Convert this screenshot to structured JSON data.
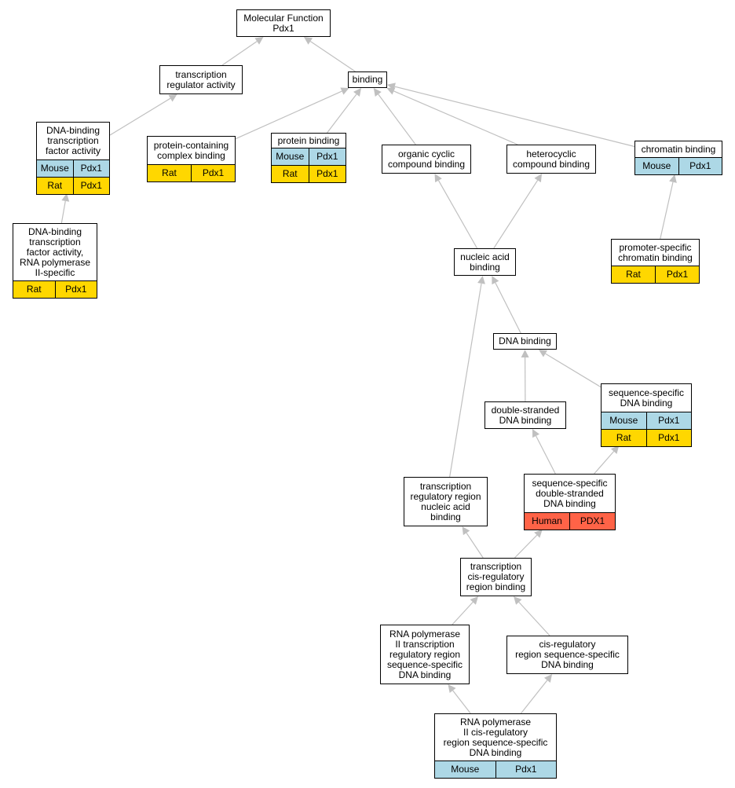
{
  "nodes": {
    "mf": {
      "title": "Molecular Function\nPdx1",
      "rows": []
    },
    "tra": {
      "title": "transcription\nregulator activity",
      "rows": []
    },
    "binding": {
      "title": "binding",
      "rows": []
    },
    "dbtfa": {
      "title": "DNA-binding\ntranscription\nfactor activity",
      "rows": [
        {
          "species": "Mouse",
          "gene": "Pdx1"
        },
        {
          "species": "Rat",
          "gene": "Pdx1"
        }
      ]
    },
    "pccb": {
      "title": "protein-containing\ncomplex binding",
      "rows": [
        {
          "species": "Rat",
          "gene": "Pdx1"
        }
      ]
    },
    "pb": {
      "title": "protein binding",
      "rows": [
        {
          "species": "Mouse",
          "gene": "Pdx1"
        },
        {
          "species": "Rat",
          "gene": "Pdx1"
        }
      ]
    },
    "occb": {
      "title": "organic cyclic\ncompound binding",
      "rows": []
    },
    "hcb": {
      "title": "heterocyclic\ncompound binding",
      "rows": []
    },
    "cb": {
      "title": "chromatin binding",
      "rows": [
        {
          "species": "Mouse",
          "gene": "Pdx1"
        }
      ]
    },
    "dbtfa2": {
      "title": "DNA-binding\ntranscription\nfactor activity,\nRNA polymerase\nII-specific",
      "rows": [
        {
          "species": "Rat",
          "gene": "Pdx1"
        }
      ]
    },
    "nab": {
      "title": "nucleic acid\nbinding",
      "rows": []
    },
    "pscb": {
      "title": "promoter-specific\nchromatin binding",
      "rows": [
        {
          "species": "Rat",
          "gene": "Pdx1"
        }
      ]
    },
    "dnab": {
      "title": "DNA binding",
      "rows": []
    },
    "ssdb": {
      "title": "sequence-specific\nDNA binding",
      "rows": [
        {
          "species": "Mouse",
          "gene": "Pdx1"
        },
        {
          "species": "Rat",
          "gene": "Pdx1"
        }
      ]
    },
    "dsdb": {
      "title": "double-stranded\nDNA binding",
      "rows": []
    },
    "trrnab": {
      "title": "transcription\nregulatory region\nnucleic acid\nbinding",
      "rows": []
    },
    "ssdsdb": {
      "title": "sequence-specific\ndouble-stranded\nDNA binding",
      "rows": [
        {
          "species": "Human",
          "gene": "PDX1"
        }
      ]
    },
    "tcrrb": {
      "title": "transcription\ncis-regulatory\nregion binding",
      "rows": []
    },
    "rp2trr": {
      "title": "RNA polymerase\nII transcription\nregulatory region\nsequence-specific\nDNA binding",
      "rows": []
    },
    "crrss": {
      "title": "cis-regulatory\nregion sequence-specific\nDNA binding",
      "rows": []
    },
    "rp2crr": {
      "title": "RNA polymerase\nII cis-regulatory\nregion sequence-specific\nDNA binding",
      "rows": [
        {
          "species": "Mouse",
          "gene": "Pdx1"
        }
      ]
    }
  },
  "edges": [
    [
      "tra",
      "mf"
    ],
    [
      "binding",
      "mf"
    ],
    [
      "dbtfa",
      "tra"
    ],
    [
      "pccb",
      "binding"
    ],
    [
      "pb",
      "binding"
    ],
    [
      "occb",
      "binding"
    ],
    [
      "hcb",
      "binding"
    ],
    [
      "cb",
      "binding"
    ],
    [
      "dbtfa2",
      "dbtfa"
    ],
    [
      "nab",
      "occb"
    ],
    [
      "nab",
      "hcb"
    ],
    [
      "pscb",
      "cb"
    ],
    [
      "dnab",
      "nab"
    ],
    [
      "trrnab",
      "nab"
    ],
    [
      "dsdb",
      "dnab"
    ],
    [
      "ssdb",
      "dnab"
    ],
    [
      "ssdsdb",
      "dsdb"
    ],
    [
      "ssdsdb",
      "ssdb"
    ],
    [
      "tcrrb",
      "trrnab"
    ],
    [
      "tcrrb",
      "ssdsdb"
    ],
    [
      "rp2trr",
      "tcrrb"
    ],
    [
      "crrss",
      "tcrrb"
    ],
    [
      "rp2crr",
      "rp2trr"
    ],
    [
      "rp2crr",
      "crrss"
    ]
  ],
  "colors": {
    "Mouse": "#add8e6",
    "Rat": "#ffd700",
    "Human": "#ff6347",
    "edge": "#c0c0c0"
  }
}
